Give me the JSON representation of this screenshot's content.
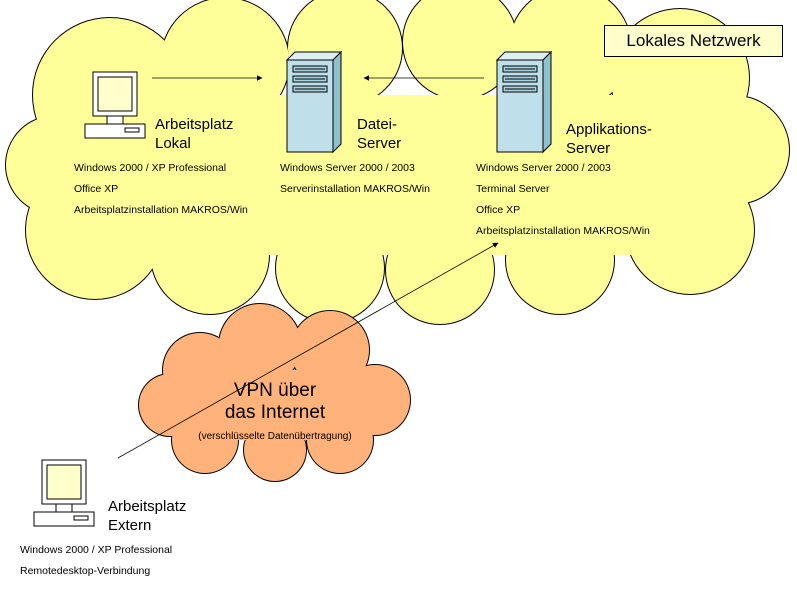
{
  "legend": {
    "title": "Lokales Netzwerk"
  },
  "nodes": {
    "arbeitsplatz_lokal": {
      "label_line1": "Arbeitsplatz",
      "label_line2": "Lokal",
      "specs": [
        "Windows 2000 / XP Professional",
        "Office XP",
        "Arbeitsplatzinstallation MAKROS/Win"
      ]
    },
    "datei_server": {
      "label_line1": "Datei-",
      "label_line2": "Server",
      "specs": [
        "Windows Server 2000 / 2003",
        "Serverinstallation MAKROS/Win"
      ]
    },
    "applikations_server": {
      "label_line1": "Applikations-",
      "label_line2": "Server",
      "specs": [
        "Windows Server 2000 / 2003",
        "Terminal Server",
        "Office XP",
        "Arbeitsplatzinstallation MAKROS/Win"
      ]
    },
    "arbeitsplatz_extern": {
      "label_line1": "Arbeitsplatz",
      "label_line2": "Extern",
      "specs": [
        "Windows 2000 / XP Professional",
        "Remotedesktop-Verbindung"
      ]
    }
  },
  "vpn": {
    "line1": "VPN über",
    "line2": "das Internet",
    "subtitle": "(verschlüsselte Datenübertragung)"
  },
  "icons": {
    "workstation": "computer-workstation-icon",
    "server": "server-tower-icon"
  },
  "colors": {
    "lan_cloud": "#ffff99",
    "vpn_cloud": "#ffb27a",
    "server": "#bfe0ea",
    "monitor_screen": "#ffffcc",
    "outline": "#000000"
  }
}
